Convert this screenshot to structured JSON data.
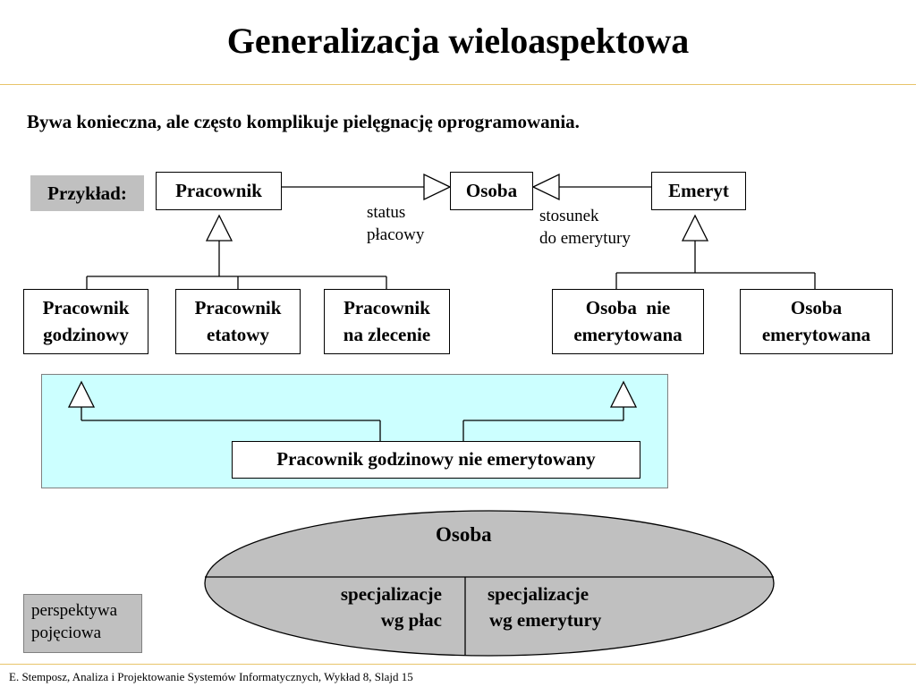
{
  "title": "Generalizacja wieloaspektowa",
  "subtitle": "Bywa konieczna, ale często  komplikuje pielęgnację oprogramowania.",
  "example_label": "Przykład:",
  "classes": {
    "pracownik": "Pracownik",
    "osoba": "Osoba",
    "emeryt": "Emeryt",
    "pracownik_godzinowy": [
      "Pracownik",
      "godzinowy"
    ],
    "pracownik_etatowy": [
      "Pracownik",
      "etatowy"
    ],
    "pracownik_na_zlecenie": [
      "Pracownik",
      "na zlecenie"
    ],
    "osoba_nie_emerytowana": [
      "Osoba  nie",
      "emerytowana"
    ],
    "osoba_emerytowana": [
      "Osoba",
      "emerytowana"
    ],
    "pracownik_godzinowy_nie_emerytowany": "Pracownik godzinowy nie emerytowany"
  },
  "annotations": {
    "status_placowy": [
      "status",
      "płacowy"
    ],
    "stosunek_do_emerytury": [
      "stosunek",
      "do emerytury"
    ]
  },
  "ellipse": {
    "title": "Osoba",
    "left": [
      "specjalizacje",
      "wg płac"
    ],
    "right": [
      "specjalizacje",
      "wg emerytury"
    ]
  },
  "perspective_label": [
    "perspektywa",
    "pojęciowa"
  ],
  "footer": "E. Stemposz, Analiza i Projektowanie Systemów Informatycznych, Wykład 8, Slajd 15",
  "colors": {
    "accent_line": "#e8c46a",
    "cyan_panel": "#ccffff",
    "gray_fill": "#c0c0c0"
  }
}
